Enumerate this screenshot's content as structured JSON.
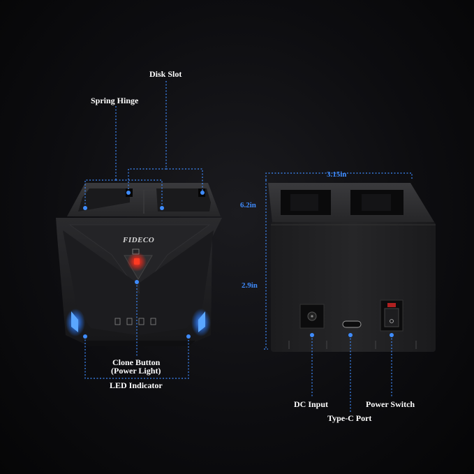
{
  "brand": "FIDECO",
  "callouts": {
    "disk_slot": "Disk Slot",
    "spring_hinge": "Spring Hinge",
    "clone_button_line1": "Clone Button",
    "clone_button_line2": "(Power Light)",
    "led_indicator": "LED Indicator",
    "dc_input": "DC Input",
    "type_c_port": "Type-C Port",
    "power_switch": "Power Switch"
  },
  "dimensions": {
    "width": "3.15in",
    "height_total": "6.2in",
    "height_body": "2.9in"
  },
  "colors": {
    "background": "#0d0d10",
    "device_body": "#1e1e20",
    "callout_line": "#3f8cff",
    "led_blue": "#2b7bff",
    "power_light_red": "#ff2a1a",
    "label_text": "#ffffff"
  }
}
